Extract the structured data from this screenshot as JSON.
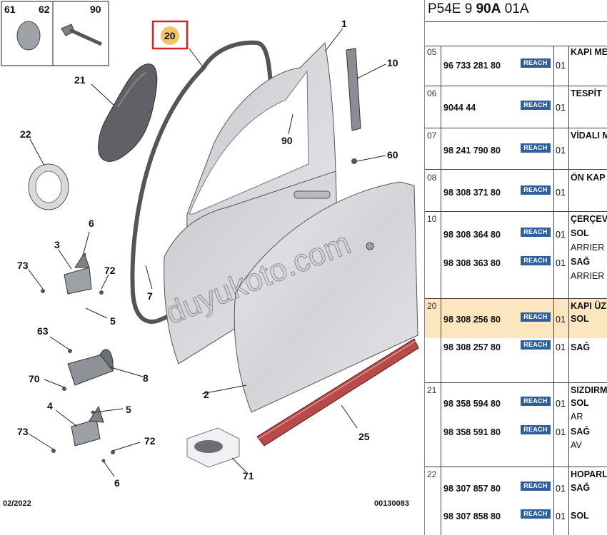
{
  "diagram": {
    "callouts": [
      "1",
      "2",
      "3",
      "4",
      "5",
      "5",
      "6",
      "6",
      "7",
      "8",
      "10",
      "20",
      "21",
      "22",
      "25",
      "60",
      "61",
      "62",
      "63",
      "70",
      "71",
      "72",
      "72",
      "73",
      "73",
      "90",
      "90"
    ],
    "footer_left": "02/2022",
    "footer_right": "00130083",
    "watermark": "duyukoto.com",
    "highlight_color": "#e02020"
  },
  "panel": {
    "title_prefix": "P54E 9",
    "title_bold": "90A",
    "title_suffix": "01A",
    "badge_label": "REACH",
    "badge_color": "#2f5f9c",
    "highlight_row_color": "#fbe6c0",
    "rows": [
      {
        "idx": "05",
        "lines": [
          {
            "pn": "96 733 281 80",
            "qty": "01",
            "desc": "KAPI ME"
          }
        ],
        "extra": []
      },
      {
        "idx": "06",
        "lines": [
          {
            "pn": "9044 44",
            "qty": "01",
            "desc": "TESPİT"
          }
        ],
        "extra": []
      },
      {
        "idx": "07",
        "lines": [
          {
            "pn": "98 241 790 80",
            "qty": "01",
            "desc": "VİDALI M"
          }
        ],
        "extra": []
      },
      {
        "idx": "08",
        "lines": [
          {
            "pn": "98 308 371 80",
            "qty": "01",
            "desc": "ÖN KAP"
          }
        ],
        "extra": []
      },
      {
        "idx": "10",
        "lines": [
          {
            "pn": "98 308 364 80",
            "qty": "01",
            "desc": "SOL"
          },
          {
            "pn": "98 308 363 80",
            "qty": "01",
            "desc": "SAĞ"
          }
        ],
        "head": "ÇERÇEV",
        "extra": [
          "ARRIER",
          "ARRIER"
        ]
      },
      {
        "idx": "20",
        "lines": [
          {
            "pn": "98 308 256 80",
            "qty": "01",
            "desc": "SOL"
          },
          {
            "pn": "98 308 257 80",
            "qty": "01",
            "desc": "SAĞ"
          }
        ],
        "head": "KAPI ÜZ",
        "extra": []
      },
      {
        "idx": "21",
        "lines": [
          {
            "pn": "98 358 594 80",
            "qty": "01",
            "desc": "SOL"
          },
          {
            "pn": "98 358 591 80",
            "qty": "01",
            "desc": "SAĞ"
          }
        ],
        "head": "SIZDIRM",
        "extra": [
          "AR",
          "AV"
        ]
      },
      {
        "idx": "22",
        "lines": [
          {
            "pn": "98 307 857 80",
            "qty": "01",
            "desc": "SAĞ"
          },
          {
            "pn": "98 307 858 80",
            "qty": "01",
            "desc": "SOL"
          }
        ],
        "head": "HOPARL",
        "extra": []
      }
    ]
  }
}
